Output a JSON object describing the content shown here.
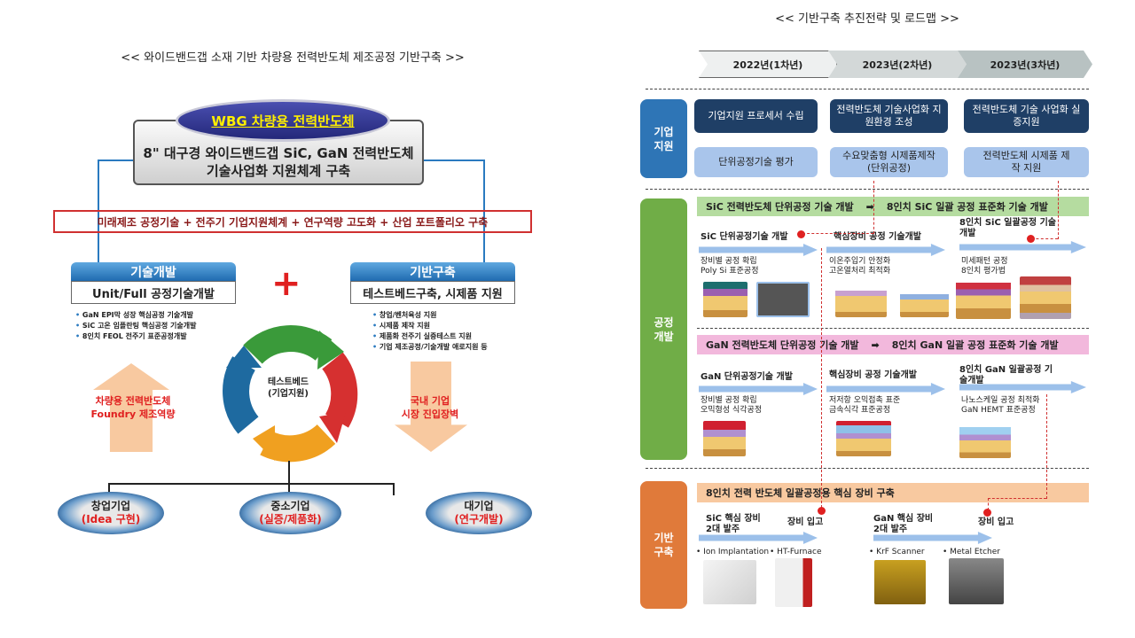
{
  "left": {
    "title": "<< 와이드밴드갭 소재 기반 차량용 전력반도체 제조공정 기반구축 >>",
    "badge": "WBG 차량용 전력반도체",
    "main_line1": "8\" 대구경 와이드밴드갭 SiC, GaN 전력반도체",
    "main_line2": "기술사업화 지원체계 구축",
    "strategy": "미래제조 공정기술 + 전주기 기업지원체계 + 연구역량 고도화 + 산업 포트폴리오 구축",
    "tech": {
      "header": "기술개발",
      "body": "Unit/Full 공정기술개발",
      "bullets": [
        "GaN EPI막 성장 핵심공정 기술개발",
        "SiC 고온 임플란팅 핵심공정 기술개발",
        "8인치 FEOL 전주기 표준공정개발"
      ]
    },
    "plus": "+",
    "infra": {
      "header": "기반구축",
      "body": "테스트베드구축, 시제품 지원",
      "bullets": [
        "창업/벤처육성 지원",
        "시제품 제작 지원",
        "제품화 전주기 실증테스트 지원",
        "기업 제조공정/기술개발 애로지원 등"
      ]
    },
    "cycle_line1": "테스트베드",
    "cycle_line2": "(기업지원)",
    "up_arrow": [
      "차량용 전력반도체",
      "Foundry 제조역량"
    ],
    "down_arrow": [
      "국내 기업",
      "시장 진입장벽"
    ],
    "companies": [
      {
        "name": "창업기업",
        "role": "(Idea 구현)"
      },
      {
        "name": "중소기업",
        "role": "(실증/제품화)"
      },
      {
        "name": "대기업",
        "role": "(연구개발)"
      }
    ]
  },
  "right": {
    "title": "<< 기반구축 추진전략 및 로드맵 >>",
    "years": [
      "2022년(1차년)",
      "2023년(2차년)",
      "2023년(3차년)"
    ],
    "support": {
      "label": [
        "기업",
        "지원"
      ],
      "top": [
        "기업지원 프로세서 수립",
        "전력반도체 기술사업화 지원환경 조성",
        "전력반도체 기술 사업화 실증지원"
      ],
      "bottom": [
        "단위공정기술 평가",
        "수요맞춤형 시제품제작 (단위공정)",
        "전력반도체 시제품 제작 지원"
      ]
    },
    "process": {
      "label": [
        "공정",
        "개발"
      ],
      "sic_bar": "SiC 전력반도체 단위공정 기술 개발",
      "sic_bar2": "8인치 SiC 일괄 공정 표준화 기술 개발",
      "sic": [
        {
          "title": "SiC 단위공정기술 개발",
          "items": [
            "장비별 공정 확립",
            "Poly Si 표준공정"
          ]
        },
        {
          "title": "핵심장비 공정 기술개발",
          "items": [
            "이온주입기 안정화",
            "고온열처리 최적화"
          ]
        },
        {
          "title": "8인치 SiC 일괄공정 기술개발",
          "items": [
            "미세패턴 공정",
            "8인치 평가법"
          ]
        }
      ],
      "gan_bar": "GaN 전력반도체 단위공정 기술 개발",
      "gan_bar2": "8인치 GaN 일괄 공정 표준화 기술 개발",
      "gan": [
        {
          "title": "GaN 단위공정기술 개발",
          "items": [
            "장비별 공정 확립",
            "오믹형성 식각공정"
          ]
        },
        {
          "title": "핵심장비 공정 기술개발",
          "items": [
            "저저항 오믹접촉 표준",
            "금속식각 표준공정"
          ]
        },
        {
          "title": "8인치 GaN 일괄공정 기술개발",
          "items": [
            "나노스케일 공정 최적화",
            "GaN HEMT 표준공정"
          ]
        }
      ]
    },
    "infra": {
      "label": [
        "기반",
        "구축"
      ],
      "bar": "8인치 전력 반도체 일괄공정용 핵심 장비 구축",
      "sic_order": "SiC 핵심 장비 2대 발주",
      "gan_order": "GaN 핵심 장비 2대 발주",
      "arrival": "장비 입고",
      "equipment": [
        "Ion Implantation",
        "HT-Furnace",
        "KrF Scanner",
        "Metal Etcher"
      ]
    },
    "colors": {
      "blue": "#2e75b6",
      "green": "#70ad47",
      "orange": "#e07a3a",
      "navy": "#1f3f66"
    }
  }
}
